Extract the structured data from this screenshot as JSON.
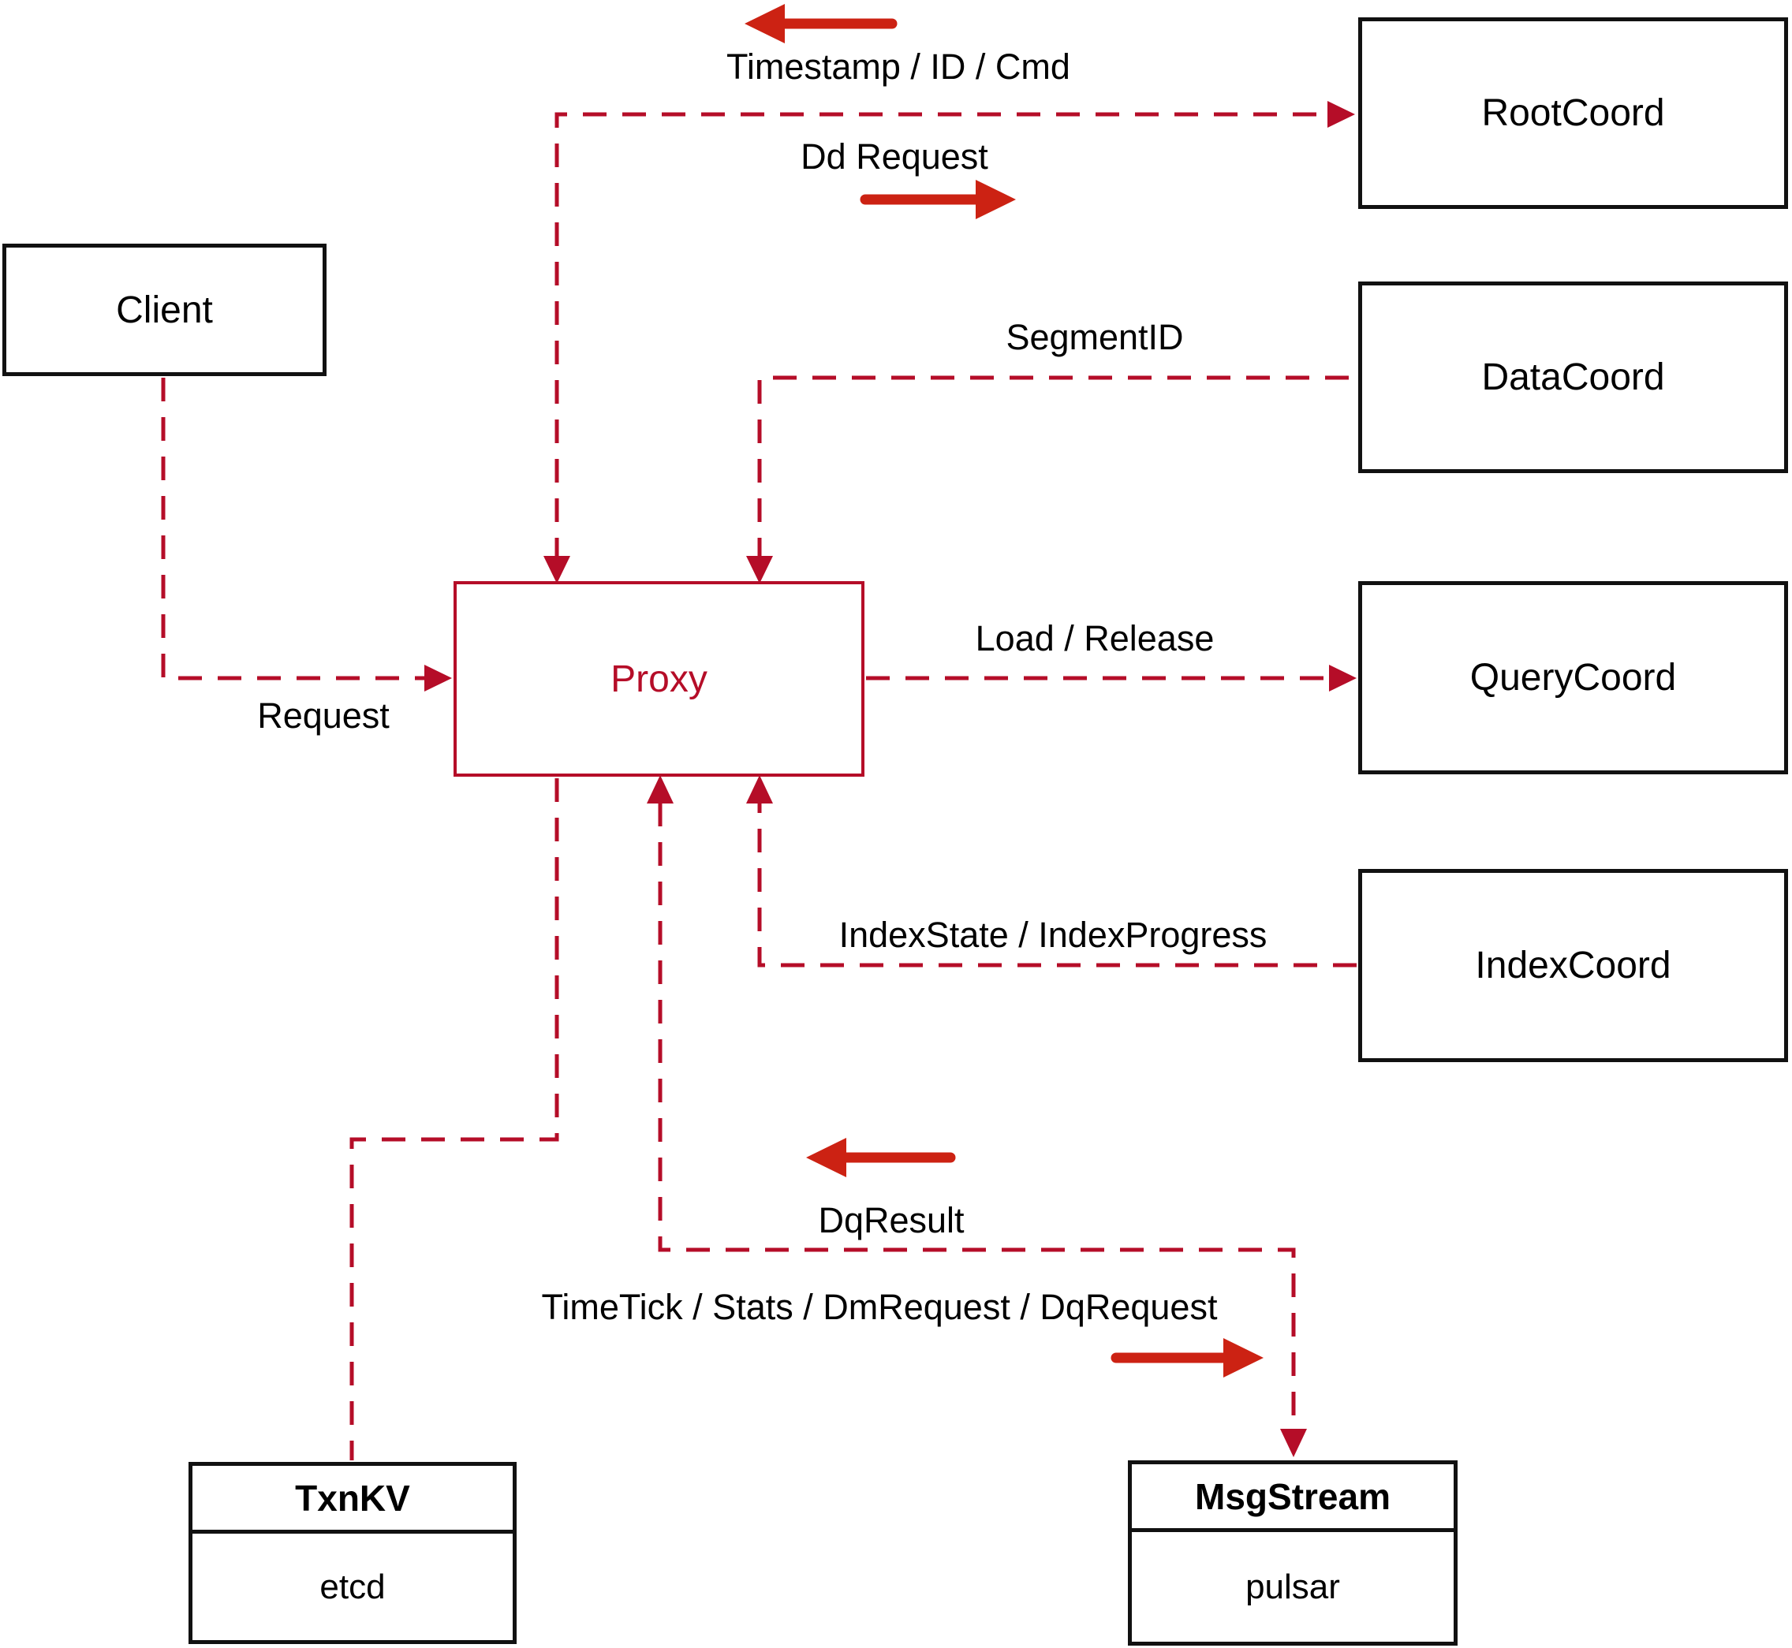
{
  "diagram": {
    "colors": {
      "edge": "#b50d28",
      "solid_arrow": "#cc2213",
      "border": "#111111",
      "text": "#000000",
      "background": "#ffffff"
    },
    "nodes": {
      "client": {
        "label": "Client"
      },
      "proxy": {
        "label": "Proxy"
      },
      "rootcoord": {
        "label": "RootCoord"
      },
      "datacoord": {
        "label": "DataCoord"
      },
      "querycoord": {
        "label": "QueryCoord"
      },
      "indexcoord": {
        "label": "IndexCoord"
      },
      "txnkv": {
        "title": "TxnKV",
        "impl": "etcd"
      },
      "msgstream": {
        "title": "MsgStream",
        "impl": "pulsar"
      }
    },
    "edge_labels": {
      "timestamp": "Timestamp / ID / Cmd",
      "dd_request": "Dd Request",
      "segment_id": "SegmentID",
      "request": "Request",
      "load_release": "Load / Release",
      "index_state": "IndexState / IndexProgress",
      "dq_result": "DqResult",
      "timetick": "TimeTick / Stats / DmRequest / DqRequest"
    }
  }
}
